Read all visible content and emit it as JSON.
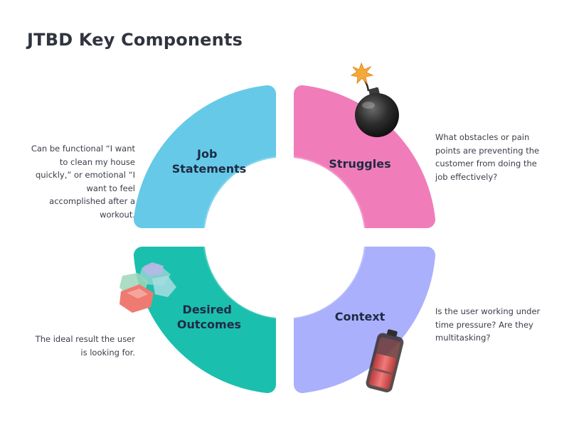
{
  "title": "JTBD Key Components",
  "quadrants": {
    "job": {
      "label_line1": "Job",
      "label_line2": "Statements",
      "color": "#66c9e8",
      "description": "Can be functional  “I want to clean my house quickly,” or emotional “I want to feel accomplished after a workout."
    },
    "struggles": {
      "label": "Struggles",
      "color": "#f07db9",
      "description": "What obstacles or pain points are preventing the customer from doing the job effectively?"
    },
    "outcomes": {
      "label_line1": "Desired",
      "label_line2": "Outcomes",
      "color": "#1bbfae",
      "description": "The ideal result the user is looking for."
    },
    "context": {
      "label": "Context",
      "color": "#aab0fb",
      "description": "Is the user working under time pressure? Are they multitasking?"
    }
  },
  "icons": [
    "bomb-icon",
    "gems-icon",
    "battery-icon"
  ]
}
